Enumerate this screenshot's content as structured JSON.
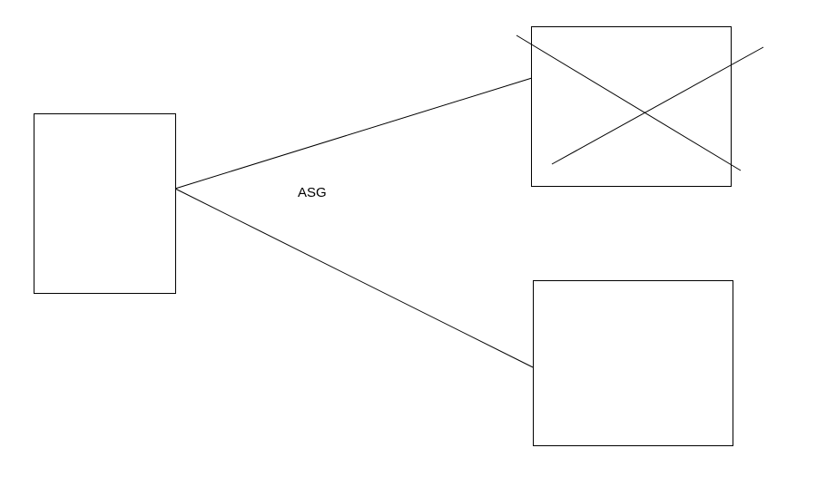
{
  "diagram": {
    "label": "ASG",
    "stroke_color": "#000000",
    "background_color": "#ffffff",
    "nodes": [
      {
        "id": "source-box",
        "crossed_out": false
      },
      {
        "id": "target-box-top",
        "crossed_out": true
      },
      {
        "id": "target-box-bottom",
        "crossed_out": false
      }
    ],
    "edges": [
      {
        "from": "source-box",
        "to": "target-box-top"
      },
      {
        "from": "source-box",
        "to": "target-box-bottom"
      }
    ]
  }
}
